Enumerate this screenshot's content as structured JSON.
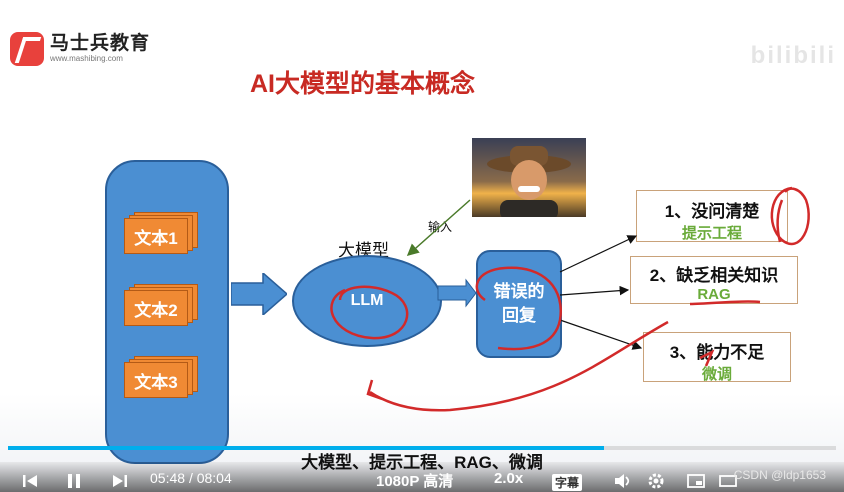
{
  "brand": {
    "name": "马士兵教育",
    "url": "www.mashibing.com"
  },
  "slide": {
    "title": "AI大模型的基本概念",
    "documents": [
      "文本1",
      "文本2",
      "文本3"
    ],
    "llm_label": "大模型",
    "llm_text": "LLM",
    "input_label": "输入",
    "reply_line1": "错误的",
    "reply_line2": "回复",
    "problems": [
      {
        "main": "1、没问清楚",
        "sub": "提示工程"
      },
      {
        "main": "2、缺乏相关知识",
        "sub": "RAG"
      },
      {
        "main": "3、能力不足",
        "sub": "微调"
      }
    ]
  },
  "subtitle": "大模型、提示工程、RAG、微调",
  "player": {
    "current_time": "05:48",
    "separator": "/",
    "total_time": "08:04",
    "quality": "1080P 高清",
    "speed": "2.0x",
    "subtitle_btn": "字幕",
    "progress": 0.72,
    "progress_color": "#00aeec"
  },
  "watermark_csdn": "CSDN @ldp1653",
  "colors": {
    "title": "#c82a23",
    "shape": "#4b8fd2",
    "doc": "#f08a34",
    "accent_green": "#6aab3a",
    "annotation": "#d22a2a"
  }
}
